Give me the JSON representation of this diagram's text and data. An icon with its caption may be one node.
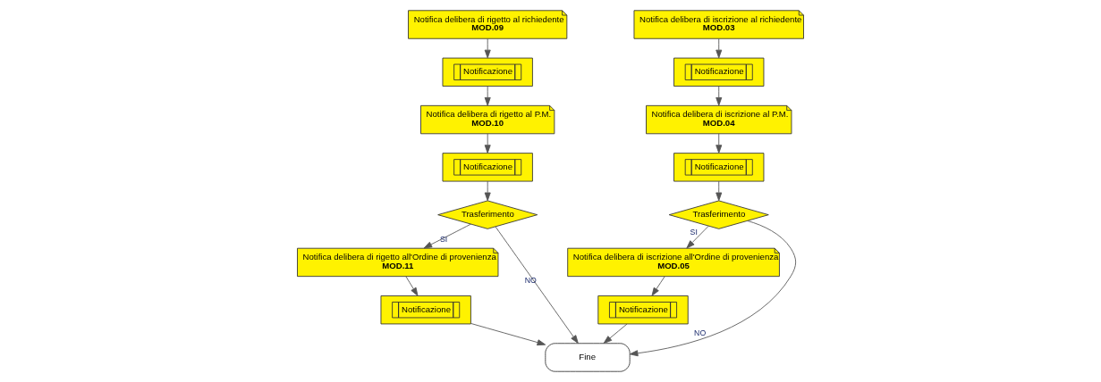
{
  "diagram": {
    "nodes": [
      {
        "text": [
          "Notifica delibera di rigetto al richiedente",
          "MOD.09"
        ]
      },
      {
        "text": [
          "Notificazione"
        ]
      },
      {
        "text": [
          "Notifica delibera di rigetto al P.M.",
          "MOD.10"
        ]
      },
      {
        "text": [
          "Notificazione"
        ]
      },
      {
        "text": [
          "Trasferimento"
        ]
      },
      {
        "text": [
          "Notifica delibera di rigetto all'Ordine di provenienza",
          "MOD.11"
        ]
      },
      {
        "text": [
          "Notificazione"
        ]
      },
      {
        "text": [
          "Notifica delibera di iscrizione all'Ordine di provenienza",
          "MOD.05"
        ]
      },
      {
        "text": [
          "Notificazione"
        ]
      },
      {
        "text": [
          "Fine"
        ]
      },
      {
        "text": [
          "Notifica delibera di iscrizione al richiedente",
          "MOD.03"
        ]
      },
      {
        "text": [
          "Notificazione"
        ]
      },
      {
        "text": [
          "Notifica delibera di iscrizione al P.M.",
          "MOD.04"
        ]
      },
      {
        "text": [
          "Notificazione"
        ]
      },
      {
        "text": [
          "Trasferimento"
        ]
      }
    ],
    "edges": [
      {
        "from": 0,
        "to": 1,
        "arrow": "to"
      },
      {
        "from": 1,
        "to": 2,
        "arrow": "to"
      },
      {
        "from": 2,
        "to": 3,
        "arrow": "to"
      },
      {
        "from": 3,
        "to": 4,
        "arrow": "to"
      },
      {
        "from": 4,
        "to": 5,
        "arrow": "to",
        "label": "SI"
      },
      {
        "from": 4,
        "to": 9,
        "arrow": "to",
        "label": "NO"
      },
      {
        "from": 5,
        "to": 6,
        "arrow": "to"
      },
      {
        "from": 6,
        "to": 9,
        "arrow": "to"
      },
      {
        "from": 7,
        "to": 8,
        "arrow": "to"
      },
      {
        "from": 8,
        "to": 9,
        "arrow": "to"
      },
      {
        "from": 10,
        "to": 11,
        "arrow": "to"
      },
      {
        "from": 11,
        "to": 12,
        "arrow": "to"
      },
      {
        "from": 12,
        "to": 13,
        "arrow": "to"
      },
      {
        "from": 13,
        "to": 14,
        "arrow": "to"
      },
      {
        "from": 14,
        "to": 7,
        "arrow": "to",
        "label": "SI"
      },
      {
        "from": 14,
        "to": 9,
        "arrow": "to",
        "label": "NO"
      }
    ]
  }
}
